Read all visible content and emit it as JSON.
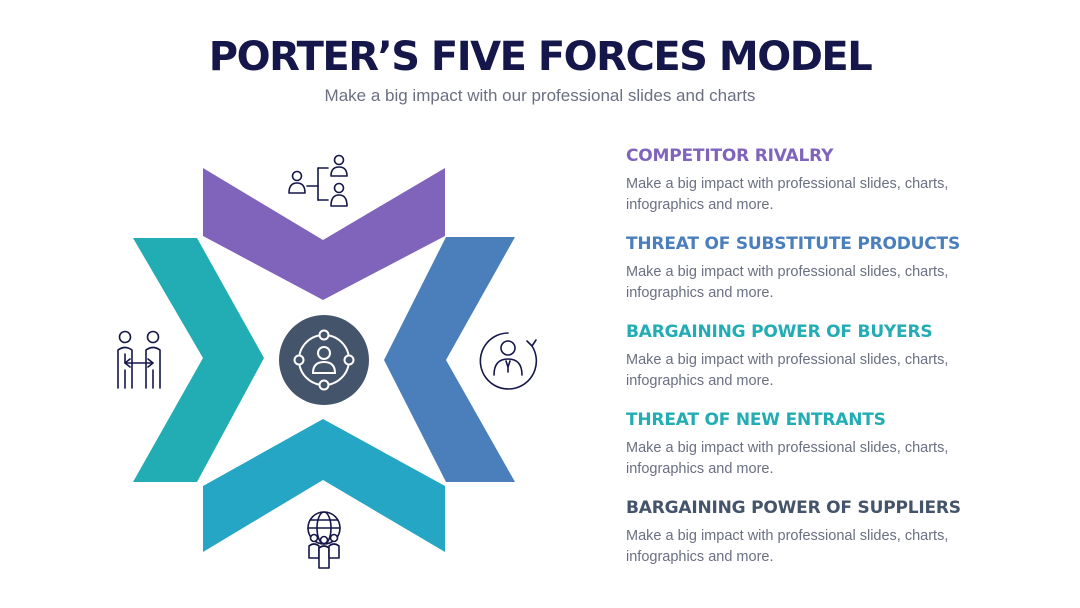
{
  "title": "PORTER’S FIVE FORCES MODEL",
  "subtitle": "Make a big impact with our professional slides and charts",
  "colors": {
    "purple": "#8064bc",
    "blue": "#4a7fbb",
    "teal": "#21adb3",
    "cyan": "#25a6c4",
    "navy": "#44546a",
    "dark": "#15174a",
    "hub": "#44546a"
  },
  "diagram": {
    "icons": {
      "top": "team-hierarchy-icon",
      "left": "business-handshake-icon",
      "right": "customer-cycle-icon",
      "bottom": "global-people-icon",
      "center": "person-network-icon"
    }
  },
  "forces": [
    {
      "heading": "COMPETITOR RIVALRY",
      "description": "Make a big impact with professional slides, charts, infographics and more.",
      "color": "#8064bc"
    },
    {
      "heading": "THREAT OF SUBSTITUTE PRODUCTS",
      "description": "Make a big impact with professional slides, charts, infographics and more.",
      "color": "#4a7fbb"
    },
    {
      "heading": "BARGAINING POWER OF BUYERS",
      "description": "Make a big impact with professional slides, charts, infographics and more.",
      "color": "#21adb3"
    },
    {
      "heading": "THREAT OF NEW ENTRANTS",
      "description": "Make a big impact with professional slides, charts, infographics and more.",
      "color": "#21adb3"
    },
    {
      "heading": "BARGAINING POWER OF SUPPLIERS",
      "description": "Make a big impact with professional slides, charts, infographics and more.",
      "color": "#44546a"
    }
  ]
}
